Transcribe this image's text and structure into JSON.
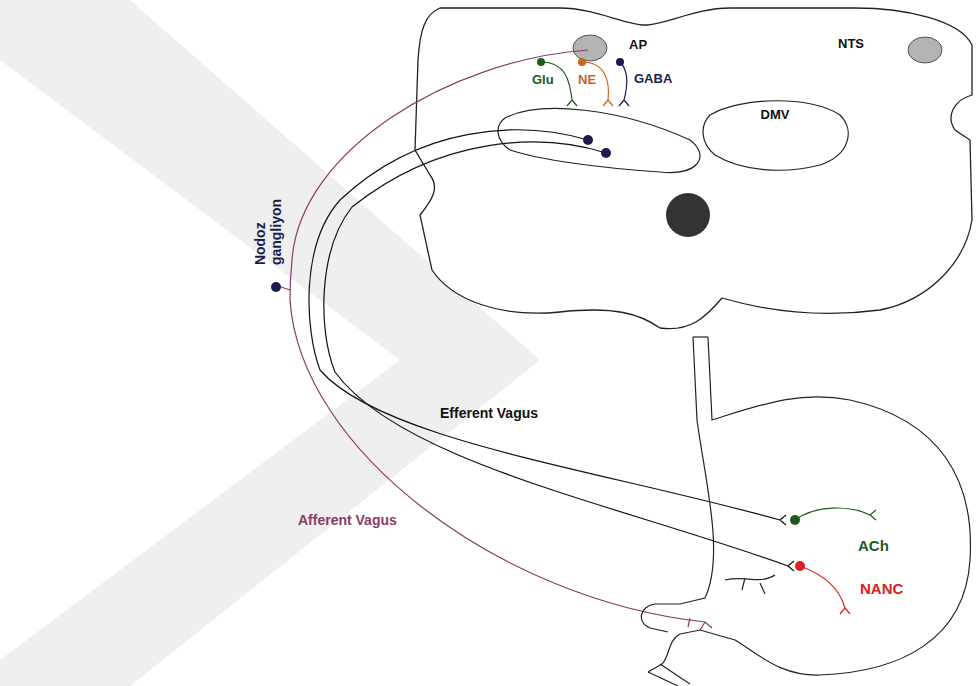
{
  "diagram": {
    "nodes": [
      {
        "text": [
          "DMV"
        ]
      }
    ],
    "labels": [
      "AP",
      "NTS",
      "Glu",
      "NE",
      "GABA",
      "Nodoz gangliyon",
      "Efferent Vagus",
      "Afferent Vagus",
      "ACh",
      "NANC"
    ]
  }
}
